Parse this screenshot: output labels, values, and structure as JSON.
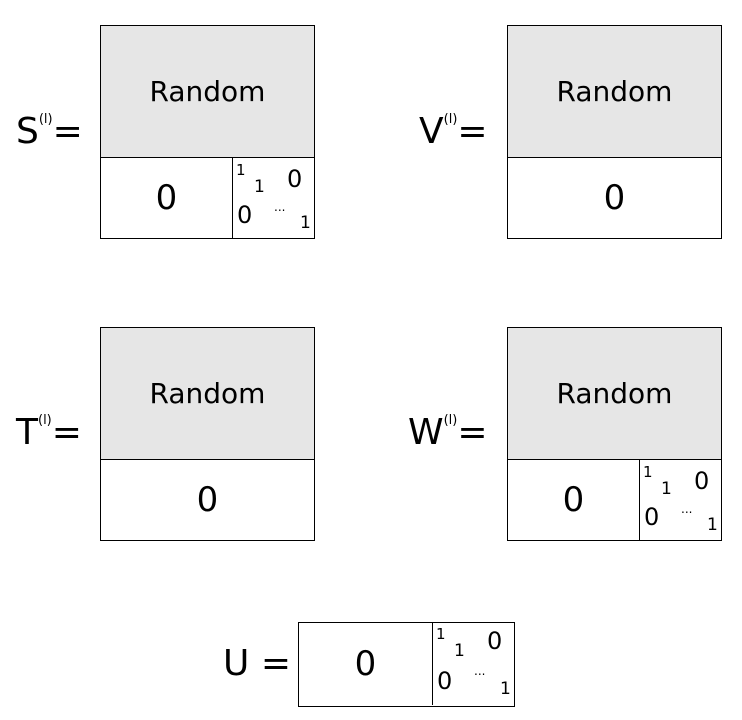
{
  "matrices": {
    "S": {
      "symbol": "S",
      "superscript": "(l)",
      "equals": "=",
      "top": "Random",
      "bottom_left": "0"
    },
    "V": {
      "symbol": "V",
      "superscript": "(l)",
      "equals": "=",
      "top": "Random",
      "bottom": "0"
    },
    "T": {
      "symbol": "T",
      "superscript": "(l)",
      "equals": "=",
      "top": "Random",
      "bottom": "0"
    },
    "W": {
      "symbol": "W",
      "superscript": "(l)",
      "equals": "=",
      "top": "Random",
      "bottom_left": "0"
    },
    "U": {
      "symbol": "U",
      "equals": "=",
      "left": "0"
    }
  },
  "identity": {
    "one": "1",
    "zero": "0",
    "dots": "..."
  }
}
